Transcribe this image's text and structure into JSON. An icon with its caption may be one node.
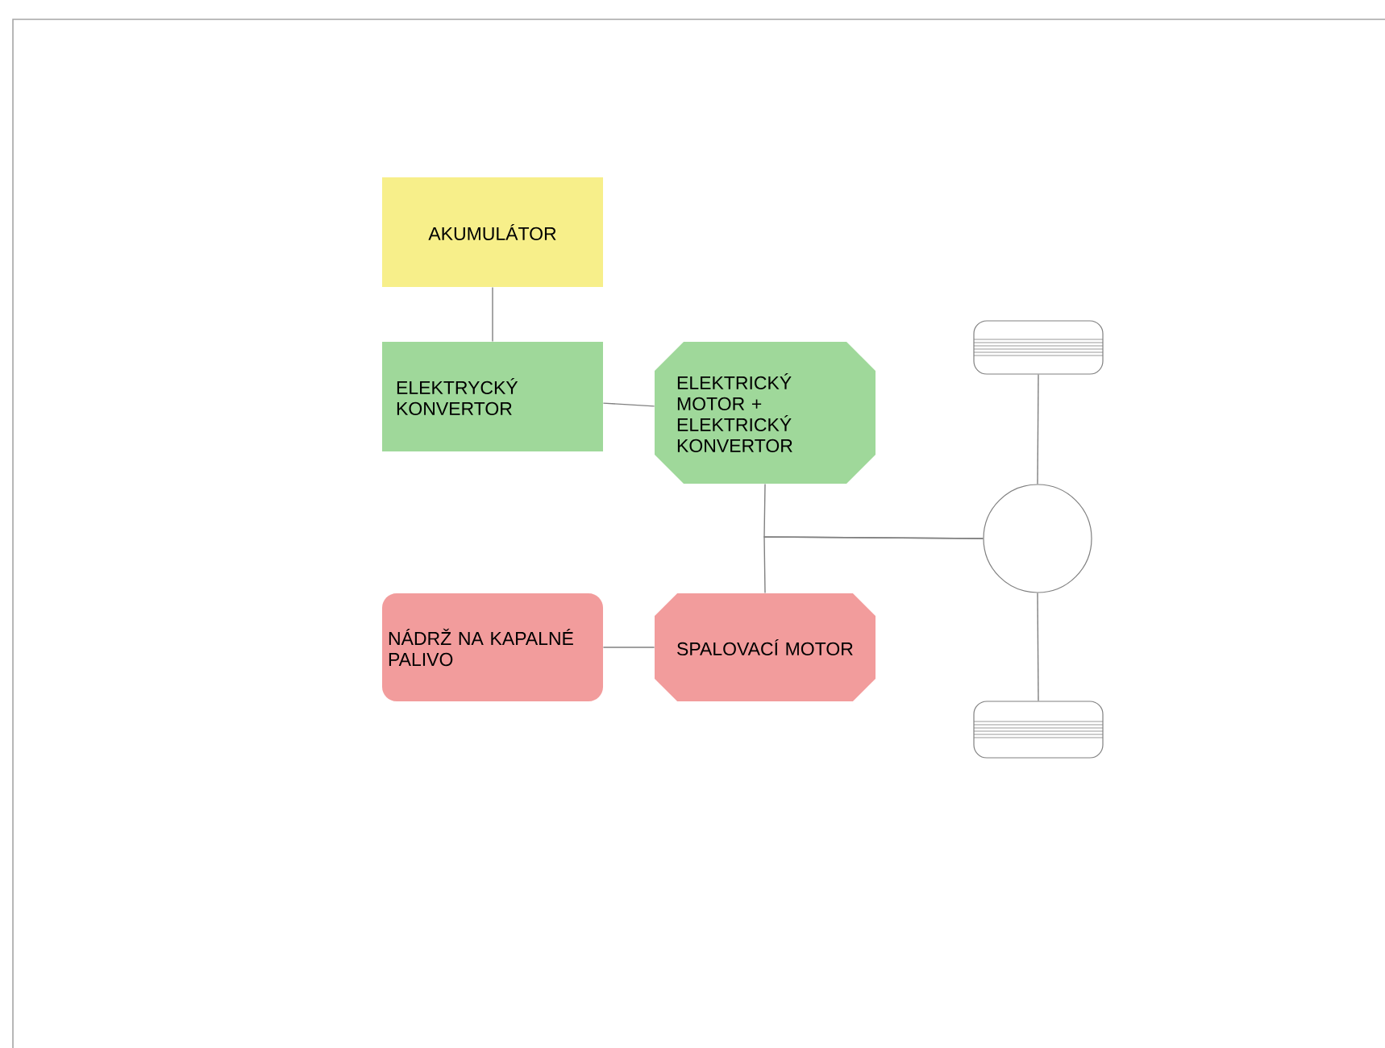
{
  "diagram": {
    "nodes": [
      {
        "text": [
          "AKUMULÁTOR"
        ]
      },
      {
        "text": [
          "ELEKTRYCKÝ KONVERTOR"
        ]
      },
      {
        "text": [
          "ELEKTRICKÝ MOTOR + ELEKTRICKÝ KONVERTOR"
        ]
      },
      {
        "text": [
          "NÁDRŽ NA KAPALNÉ PALIVO"
        ]
      },
      {
        "text": [
          "SPALOVACÍ MOTOR"
        ]
      },
      {
        "text": [],
        "shape": "wheel"
      },
      {
        "text": [],
        "shape": "circle"
      },
      {
        "text": [],
        "shape": "wheel"
      }
    ],
    "edges": [
      {
        "from": 0,
        "to": 1,
        "arrow": "none"
      },
      {
        "from": 1,
        "to": 2,
        "arrow": "none"
      },
      {
        "from": 2,
        "to": 6,
        "arrow": "none"
      },
      {
        "from": 4,
        "to": 6,
        "arrow": "none"
      },
      {
        "from": 3,
        "to": 4,
        "arrow": "none"
      },
      {
        "from": 5,
        "to": 6,
        "arrow": "none"
      },
      {
        "from": 6,
        "to": 7,
        "arrow": "none"
      }
    ]
  }
}
